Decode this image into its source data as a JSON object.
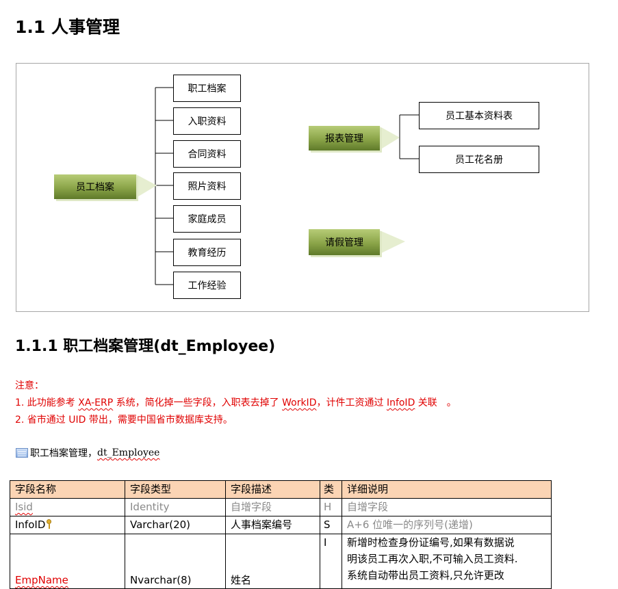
{
  "heading1": "1.1 人事管理",
  "diagram": {
    "left_branch": {
      "root": "员工档案",
      "children": [
        "职工档案",
        "入职资料",
        "合同资料",
        "照片资料",
        "家庭成员",
        "教育经历",
        "工作经验"
      ]
    },
    "right_branch": {
      "root": "报表管理",
      "children": [
        "员工基本资料表",
        "员工花名册"
      ]
    },
    "standalone": "请假管理"
  },
  "heading2": "1.1.1 职工档案管理(dt_Employee)",
  "notes": {
    "label": "注意：",
    "line1_prefix": "1. 此功能参考 ",
    "line1_xa": "XA-ERP",
    "line1_mid": " 系统，简化掉一些字段，入职表去掉了 ",
    "line1_workid": "WorkID",
    "line1_mid2": "，计件工资通过 ",
    "line1_infoid": "InfoID",
    "line1_suffix": " 关联　。",
    "line2": "2. 省市通过 UID 带出，需要中国省市数据库支持。"
  },
  "caption": {
    "text": "职工档案管理，",
    "table_name": "dt_Employee"
  },
  "table": {
    "headers": [
      "字段名称",
      "字段类型",
      "字段描述",
      "类",
      "详细说明"
    ],
    "rows": [
      {
        "name": "Isid",
        "type": "Identity",
        "desc": "自增字段",
        "cls": "H",
        "detail": "自增字段"
      },
      {
        "name": "InfoID",
        "type": "Varchar(20)",
        "desc": "人事档案编号",
        "cls": "S",
        "detail": "A+6 位唯一的序列号(递增)"
      },
      {
        "name": "EmpName",
        "type": "Nvarchar(8)",
        "desc": "姓名",
        "cls": "I",
        "detail_line1": "新增时检查身份证编号,如果有数据说",
        "detail_line2": "明该员工再次入职,不可输入员工资料.",
        "detail_line3": "系统自动带出员工资料,只允许更改"
      }
    ]
  },
  "colors": {
    "header_fill": "#fbd4b4",
    "note_red": "#e00000",
    "green_box_top": "#b7cc77",
    "green_box_bottom": "#5f7a2a"
  }
}
